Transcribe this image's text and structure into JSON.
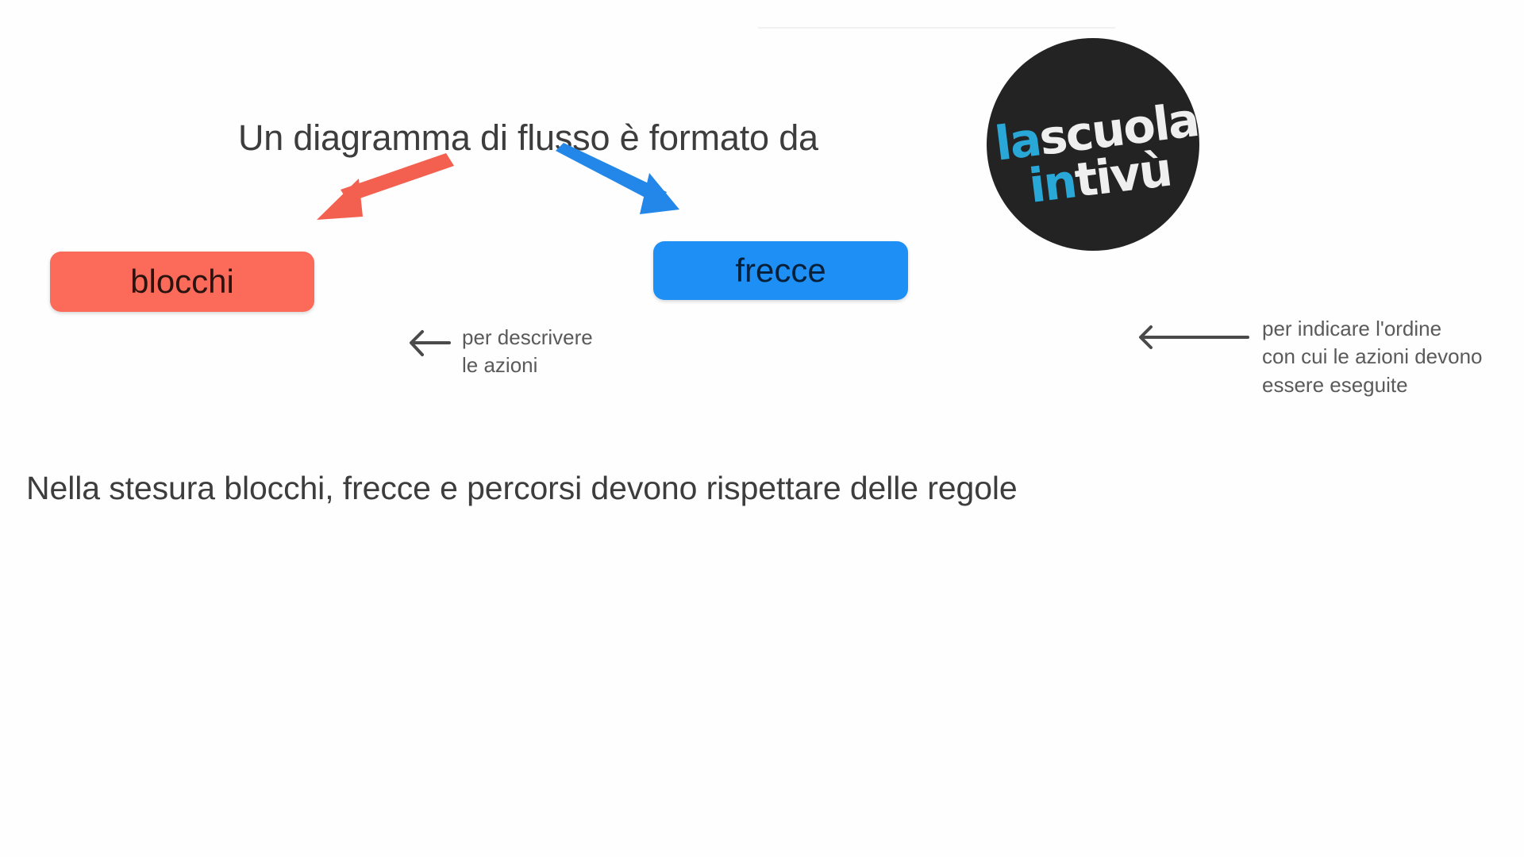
{
  "slide": {
    "heading": "Un diagramma di flusso è formato da",
    "footnote": "Nella stesura blocchi,  frecce e percorsi devono rispettare delle regole"
  },
  "boxes": [
    {
      "id": "blocchi",
      "label": "blocchi",
      "color": "#fc6a5a"
    },
    {
      "id": "frecce",
      "label": "frecce",
      "color": "#1e90f5"
    }
  ],
  "arrows": [
    {
      "id": "red-arrow",
      "direction": "down-left",
      "color": "#f4604f",
      "points_to": "blocchi"
    },
    {
      "id": "blue-arrow",
      "direction": "down-right",
      "color": "#2287e8",
      "points_to": "frecce"
    }
  ],
  "callouts": [
    {
      "id": "blocchi",
      "arrow_color": "#4a4a4a",
      "lines": [
        "per descrivere",
        "le azioni"
      ]
    },
    {
      "id": "frecce",
      "arrow_color": "#4a4a4a",
      "lines": [
        "per indicare l'ordine",
        "con cui le azioni devono",
        "essere eseguite"
      ]
    }
  ],
  "logo": {
    "line1_accent": "la",
    "line1_plain": "scuola",
    "line2_accent": "in",
    "line2_plain": "tivù",
    "accent_color": "#29a8d8",
    "plain_color": "#efefef",
    "background_color": "#232323"
  }
}
